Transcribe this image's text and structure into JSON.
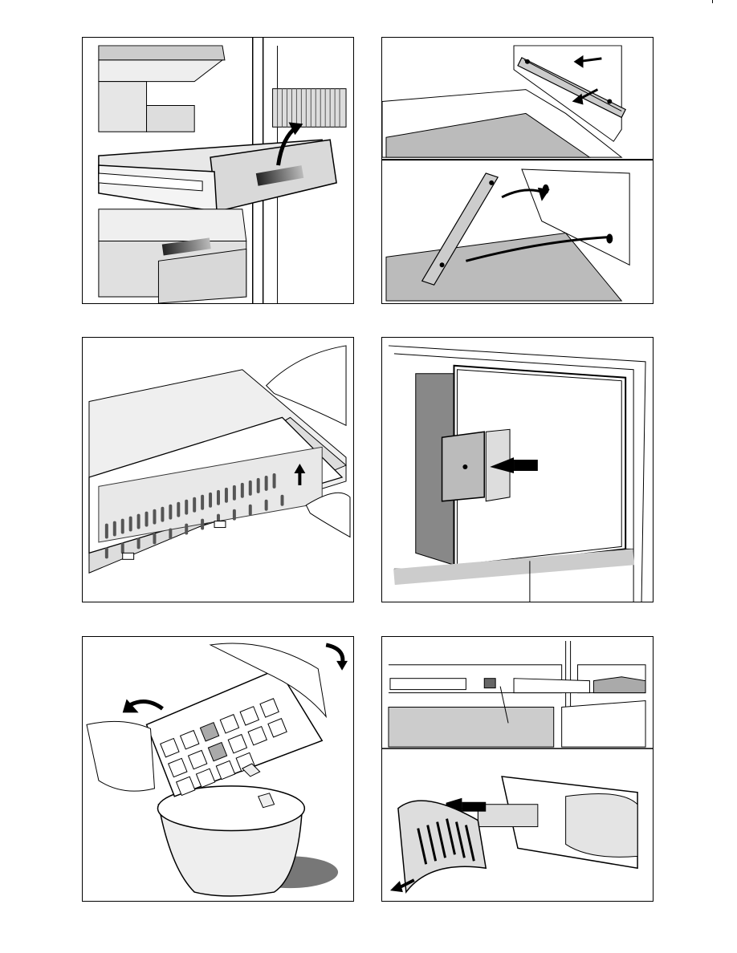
{
  "page": {
    "type": "instruction-manual-illustrations",
    "panels": [
      {
        "id": "p1",
        "icon": "drawer-removal-illustration"
      },
      {
        "id": "p2",
        "icon": "rail-removal-illustration"
      },
      {
        "id": "p3",
        "icon": "shelf-grid-illustration"
      },
      {
        "id": "p4",
        "icon": "freezer-door-illustration"
      },
      {
        "id": "p5",
        "icon": "ice-tray-illustration"
      },
      {
        "id": "p6",
        "icon": "lamp-replacement-illustration"
      }
    ]
  }
}
